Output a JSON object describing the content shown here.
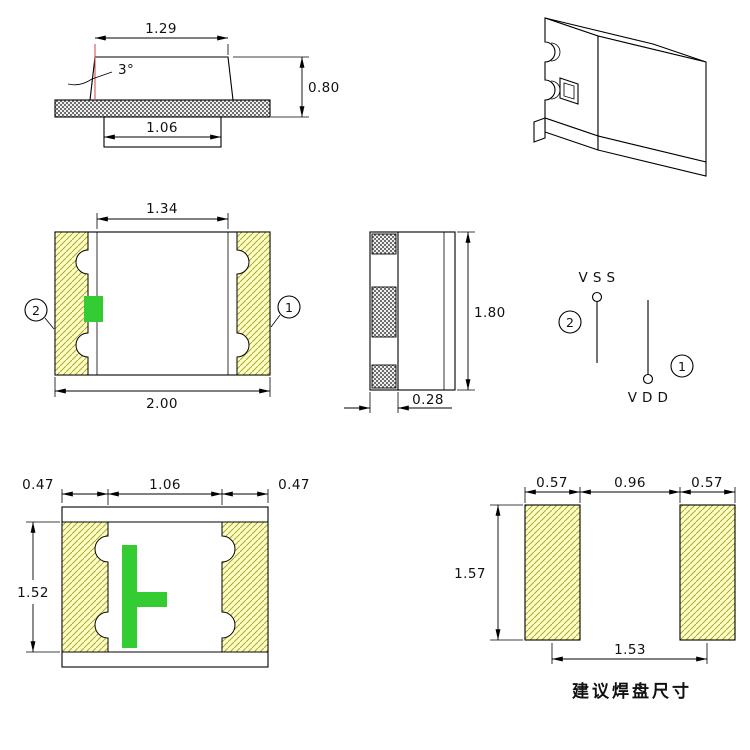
{
  "colors": {
    "line": "#000000",
    "dim_text": "#111111",
    "hatch_fill": "#ffffc4",
    "hatch_line": "#a8a838",
    "checker_dark": "#6e6e6e",
    "checker_light": "#f0f0f0",
    "green_mark": "#33cc33",
    "red_ext": "#cc4444"
  },
  "side_view": {
    "dim_top_width": "1.29",
    "dim_draft_angle": "3°",
    "dim_height": "0.80",
    "dim_pad_width": "1.06"
  },
  "top_view": {
    "dim_inner_width": "1.34",
    "dim_total_width": "2.00",
    "pin_left": "2",
    "pin_right": "1"
  },
  "end_view": {
    "dim_height": "1.80",
    "dim_terminal_width": "0.28"
  },
  "polarity_diagram": {
    "top_label": "V S S",
    "bottom_label": "V D D",
    "pin_left": "2",
    "pin_right": "1"
  },
  "bottom_view": {
    "dim_left_terminal": "0.47",
    "dim_center": "1.06",
    "dim_right_terminal": "0.47",
    "dim_height": "1.52"
  },
  "pad_layout": {
    "dim_left_pad": "0.57",
    "dim_gap": "0.96",
    "dim_right_pad": "0.57",
    "dim_pad_height": "1.57",
    "dim_pitch": "1.53",
    "caption": "建议焊盘尺寸"
  }
}
